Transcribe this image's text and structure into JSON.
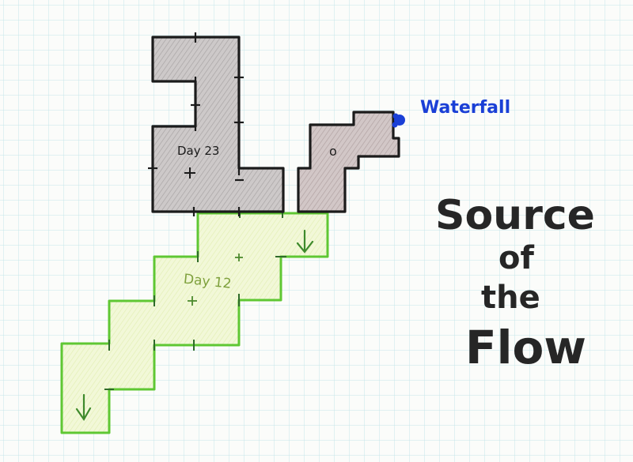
{
  "labels": {
    "waterfall": "Waterfall",
    "room_upper": "Day 23",
    "room_lower": "Day 12",
    "small_room_mark": "o"
  },
  "title": {
    "line1": "Source",
    "line2": "of",
    "line3": "the",
    "line4": "Flow"
  },
  "colors": {
    "paper": "#fbfcfa",
    "grid": "#bfe6e8",
    "gray_fill": "#c9c5c5",
    "gray_outline": "#1b1b1b",
    "green_fill": "#f1f8d4",
    "green_outline": "#62c937",
    "waterfall_blue": "#1a3fd6",
    "title_ink": "#262626"
  },
  "icons": {
    "down_arrow": "down-arrow-icon",
    "plus": "plus-marker-icon",
    "waterfall_dot": "waterfall-dot-icon"
  }
}
